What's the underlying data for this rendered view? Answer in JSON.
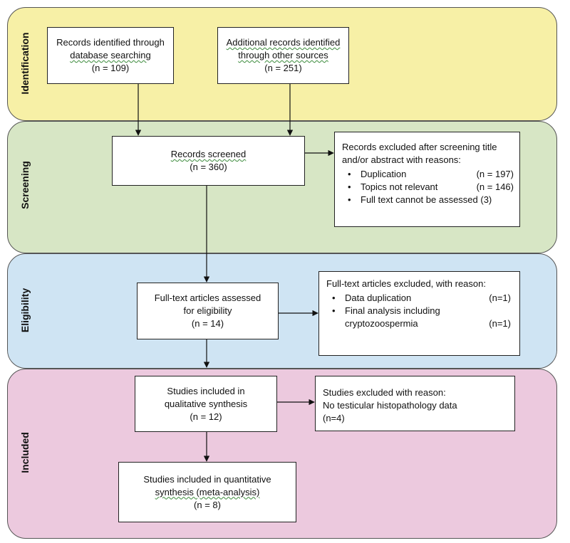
{
  "phases": {
    "identification": "Identification",
    "screening": "Screening",
    "eligibility": "Eligibility",
    "included": "Included"
  },
  "colors": {
    "identification": "#f7f0a6",
    "screening": "#d7e6c5",
    "eligibility": "#cfe4f3",
    "included": "#ecc9de"
  },
  "boxes": {
    "database": {
      "lines": [
        "Records identified through",
        "database searching",
        "(n = 109)"
      ]
    },
    "other": {
      "lines": [
        "Additional records identified",
        "through other sources",
        "(n = 251)"
      ]
    },
    "screened": {
      "lines": [
        "Records screened",
        "(n = 360)"
      ]
    },
    "screen_excluded": {
      "heading": "Records excluded after screening title and/or abstract with reasons:",
      "items": [
        {
          "label": "Duplication",
          "count": "(n = 197)"
        },
        {
          "label": "Topics not relevant",
          "count": "(n = 146)"
        },
        {
          "label": "Full text cannot be assessed (3)",
          "count": ""
        }
      ]
    },
    "fulltext": {
      "lines": [
        "Full-text articles assessed",
        "for eligibility",
        "(n = 14)"
      ]
    },
    "fulltext_excluded": {
      "heading": "Full-text articles excluded, with reason:",
      "items": [
        {
          "label": "Data duplication",
          "count": "(n=1)"
        },
        {
          "label": "Final analysis including cryptozoospermia",
          "count": "(n=1)"
        }
      ]
    },
    "qualitative": {
      "lines": [
        "Studies included in",
        "qualitative synthesis",
        "(n = 12)"
      ]
    },
    "qual_excluded": {
      "lines": [
        "Studies excluded with reason:",
        "No testicular histopathology data",
        "(n=4)"
      ]
    },
    "quantitative": {
      "lines": [
        "Studies included in quantitative",
        "synthesis (meta-analysis)",
        "(n = 8)"
      ]
    }
  }
}
